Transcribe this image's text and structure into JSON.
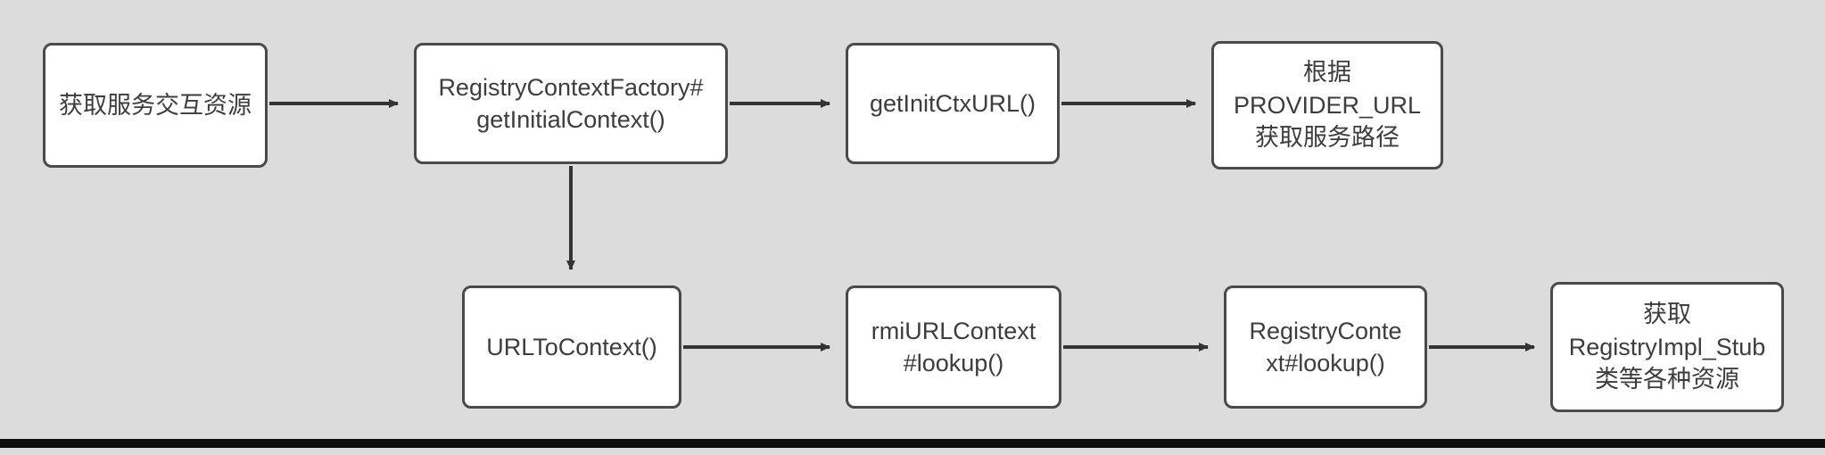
{
  "diagram": {
    "colors": {
      "background": "#dcdcdc",
      "node_fill": "#ffffff",
      "node_border": "#4a4a4a",
      "arrow": "#333333",
      "text": "#3d3d3d",
      "bottom_bar": "#0d0d0d"
    },
    "nodes": [
      {
        "id": "get-service-resources",
        "label": "获取服务交互资源"
      },
      {
        "id": "registry-context-factory-get-initial-context",
        "label": "RegistryContextFactory#\ngetInitialContext()"
      },
      {
        "id": "get-init-ctx-url",
        "label": "getInitCtxURL()"
      },
      {
        "id": "provider-url-service-path",
        "label": "根据\nPROVIDER_URL\n获取服务路径"
      },
      {
        "id": "url-to-context",
        "label": "URLToContext()"
      },
      {
        "id": "rmi-url-context-lookup",
        "label": "rmiURLContext\n#lookup()"
      },
      {
        "id": "registry-context-lookup",
        "label": "RegistryConte\nxt#lookup()"
      },
      {
        "id": "get-registry-impl-stub",
        "label": "获取\nRegistryImpl_Stub\n类等各种资源"
      }
    ],
    "edges": [
      {
        "from": "get-service-resources",
        "to": "registry-context-factory-get-initial-context"
      },
      {
        "from": "registry-context-factory-get-initial-context",
        "to": "get-init-ctx-url"
      },
      {
        "from": "get-init-ctx-url",
        "to": "provider-url-service-path"
      },
      {
        "from": "registry-context-factory-get-initial-context",
        "to": "url-to-context"
      },
      {
        "from": "url-to-context",
        "to": "rmi-url-context-lookup"
      },
      {
        "from": "rmi-url-context-lookup",
        "to": "registry-context-lookup"
      },
      {
        "from": "registry-context-lookup",
        "to": "get-registry-impl-stub"
      }
    ]
  }
}
